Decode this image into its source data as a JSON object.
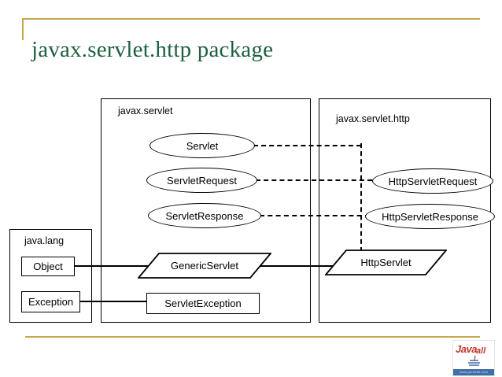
{
  "slide": {
    "title": "javax.servlet.http package",
    "title_color": "#1e6040",
    "rule_color": "#c8a64b"
  },
  "logo": {
    "word": "Java",
    "suffix": "all",
    "strip_text": "www.java2all.com",
    "red": "#c0392b",
    "blue": "#3f6fa8"
  },
  "diagram": {
    "packages": [
      {
        "name": "javax-servlet",
        "label": "javax.servlet"
      },
      {
        "name": "javax-servlet-http",
        "label": "javax.servlet.http"
      },
      {
        "name": "java-lang",
        "label": "java.lang"
      }
    ],
    "interfaces": [
      {
        "name": "servlet",
        "label": "Servlet"
      },
      {
        "name": "servlet-request",
        "label": "ServletRequest"
      },
      {
        "name": "servlet-response",
        "label": "ServletResponse"
      },
      {
        "name": "http-servlet-request",
        "label": "HttpServletRequest"
      },
      {
        "name": "http-servlet-response",
        "label": "HttpServletResponse"
      }
    ],
    "classes": [
      {
        "name": "object",
        "label": "Object"
      },
      {
        "name": "exception",
        "label": "Exception"
      },
      {
        "name": "generic-servlet",
        "label": "GenericServlet"
      },
      {
        "name": "http-servlet",
        "label": "HttpServlet"
      },
      {
        "name": "servlet-exception",
        "label": "ServletException"
      }
    ]
  }
}
